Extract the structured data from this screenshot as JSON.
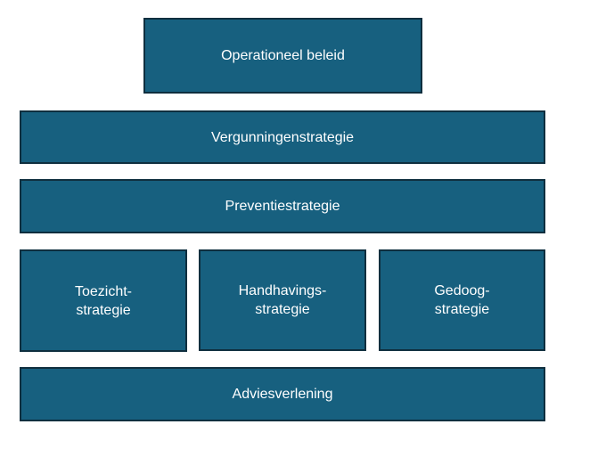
{
  "diagram": {
    "fill_color": "#17607f",
    "border_color": "#0f2f3f",
    "text_color": "#ffffff",
    "boxes": {
      "beleid": "Operationeel beleid",
      "vergunning": "Vergunningenstrategie",
      "preventie": "Preventiestrategie",
      "toezicht": "Toezicht-\nstrategie",
      "handhaving": "Handhavings-\nstrategie",
      "gedoog": "Gedoog-\nstrategie",
      "advies": "Adviesverlening"
    }
  }
}
